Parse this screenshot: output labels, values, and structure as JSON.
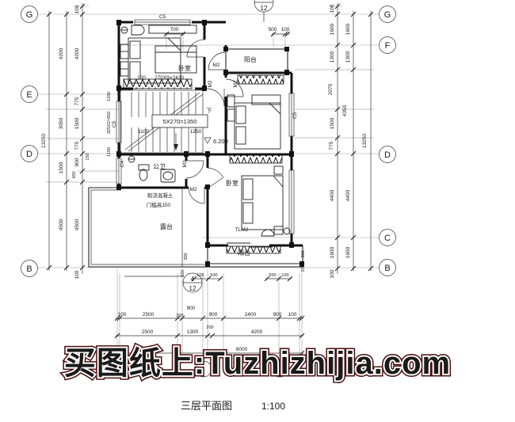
{
  "watermark": {
    "text": "买图纸上:Tuzhizhijia.com",
    "color": "#e8130c"
  },
  "caption": {
    "title": "三层平面图",
    "scale": "1:100"
  },
  "axes": {
    "left": [
      "G",
      "E",
      "D",
      "B"
    ],
    "right": [
      "G",
      "F",
      "D",
      "C",
      "B"
    ],
    "section_top_number": "12",
    "section_bottom_numerator": "4",
    "section_bottom_denominator": "12"
  },
  "rooms": {
    "bedroom_top": "卧室",
    "bedroom_bottom": "卧室",
    "balcony_top": "阳台",
    "balcony_bottom": "阳台",
    "terrace": "露台",
    "bathroom": "公卫",
    "stair_direction": "下",
    "floor_level": "6.200",
    "note_line1": "现浇混凝土",
    "note_line2": "门槛高150"
  },
  "tags": {
    "c5_top": "C5",
    "c5_stair": "C5",
    "c5_bedroom2": "C5",
    "c4_bath": "C4",
    "m2_hall": "M2",
    "m2_stair": "M2",
    "m2_bedroom2": "M2",
    "m2_terrace": "M2",
    "m3_bath": "M3",
    "tlm2": "TLM2"
  },
  "stairs": {
    "top_run_offset": "100",
    "top_run": "270X9=2430",
    "mid_run": "5X270=1350",
    "left_width": "1100",
    "right_width": "1250"
  },
  "dims": {
    "left": {
      "total": "13250",
      "outer": [
        "4200",
        "3050",
        "1500",
        "4500"
      ],
      "inner": [
        "100",
        "4200",
        "775",
        "1500",
        "775",
        "900",
        "450",
        "150",
        "4500",
        "100"
      ],
      "wall": [
        "1100",
        "325X2=650",
        "1100"
      ]
    },
    "right": {
      "total": "13250",
      "mid": [
        "1600",
        "1300",
        "4350",
        "4400",
        "1600"
      ],
      "inner": [
        "100",
        "1600",
        "1300",
        "2075",
        "1500",
        "775",
        "4400",
        "1600",
        "100"
      ],
      "small": [
        "300",
        "100"
      ]
    },
    "bottom": {
      "row1": [
        "100",
        "2500",
        "200",
        "900",
        "900",
        "2400",
        "900",
        "100"
      ],
      "row2": [
        "2500",
        "1300",
        "200",
        "4200"
      ],
      "total": "8000",
      "small_left": [
        "300",
        "100",
        "100",
        "500"
      ],
      "small_right": [
        "500",
        "100"
      ]
    },
    "top": {
      "d700": "700",
      "d500": "500",
      "d100": "100"
    }
  }
}
